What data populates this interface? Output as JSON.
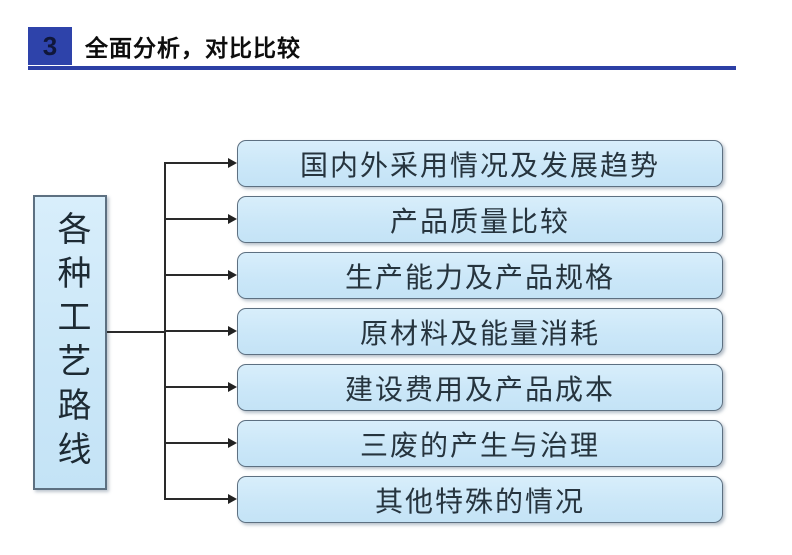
{
  "header": {
    "number": "3",
    "title": "全面分析，对比比较"
  },
  "colors": {
    "accent_blue": "#2e43aa",
    "header_rule_blue": "#2c3fa5",
    "box_fill_light_blue": "#cde9f9",
    "box_border_gray": "#5d7081",
    "connector_line": "#2a2a2a",
    "box_text": "#26343e"
  },
  "diagram": {
    "root_label": "各种工艺路线",
    "branches": [
      "国内外采用情况及发展趋势",
      "产品质量比较",
      "生产能力及产品规格",
      "原材料及能量消耗",
      "建设费用及产品成本",
      "三废的产生与治理",
      "其他特殊的情况"
    ]
  }
}
